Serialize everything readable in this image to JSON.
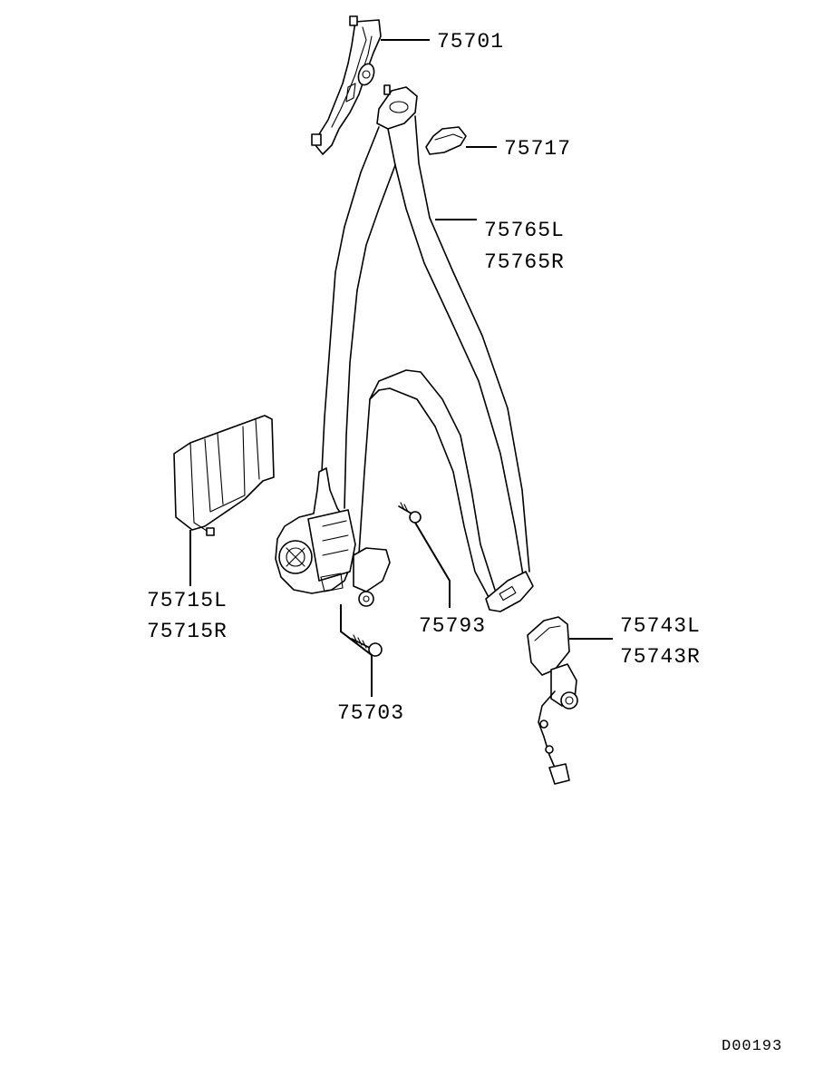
{
  "diagram": {
    "code": "D00193",
    "parts": {
      "anchor_adjuster": "75701",
      "cover": "75717",
      "belt_left": "75765L",
      "belt_right": "75765R",
      "retractor_cover_left": "75715L",
      "retractor_cover_right": "75715R",
      "bolt_upper": "75793",
      "bolt_lower": "75703",
      "buckle_left": "75743L",
      "buckle_right": "75743R"
    }
  }
}
